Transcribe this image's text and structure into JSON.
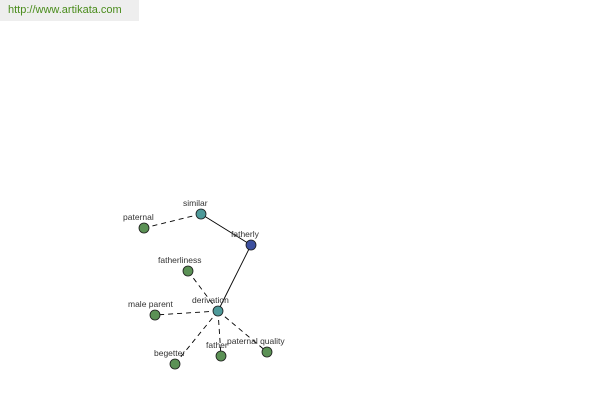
{
  "header": {
    "url": "http://www.artikata.com"
  },
  "colors": {
    "url_text": "#4a8c1c",
    "url_background": "#eeeeee",
    "node_green": "#5b9155",
    "node_teal": "#4e9a9a",
    "node_blue": "#3c4f9e"
  },
  "graph": {
    "nodes": {
      "similar": {
        "label": "similar",
        "color": "#4e9a9a"
      },
      "paternal": {
        "label": "paternal",
        "color": "#5b9155"
      },
      "fatherly": {
        "label": "fatherly",
        "color": "#3c4f9e"
      },
      "fatherliness": {
        "label": "fatherliness",
        "color": "#5b9155"
      },
      "derivation": {
        "label": "derivation",
        "color": "#4e9a9a"
      },
      "male_parent": {
        "label": "male parent",
        "color": "#5b9155"
      },
      "begetter": {
        "label": "begetter",
        "color": "#5b9155"
      },
      "father": {
        "label": "father",
        "color": "#5b9155"
      },
      "paternal_quality": {
        "label": "paternal quality",
        "color": "#5b9155"
      }
    },
    "edges": [
      {
        "from": "similar",
        "to": "paternal",
        "style": "dashed"
      },
      {
        "from": "similar",
        "to": "fatherly",
        "style": "solid"
      },
      {
        "from": "fatherly",
        "to": "derivation",
        "style": "solid"
      },
      {
        "from": "derivation",
        "to": "fatherliness",
        "style": "dashed"
      },
      {
        "from": "derivation",
        "to": "male_parent",
        "style": "dashed"
      },
      {
        "from": "derivation",
        "to": "begetter",
        "style": "dashed"
      },
      {
        "from": "derivation",
        "to": "father",
        "style": "dashed"
      },
      {
        "from": "derivation",
        "to": "paternal_quality",
        "style": "dashed"
      }
    ]
  }
}
